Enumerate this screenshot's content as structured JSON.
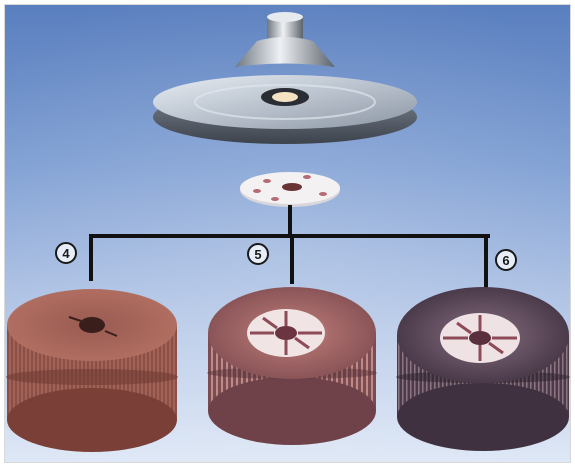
{
  "diagram": {
    "callouts": [
      {
        "id": "4",
        "label": "4"
      },
      {
        "id": "5",
        "label": "5"
      },
      {
        "id": "6",
        "label": "6"
      }
    ],
    "components": [
      {
        "name": "backing-plate",
        "kind": "metal support disc with central spindle"
      },
      {
        "name": "adapter-flange",
        "kind": "small white flange with holes"
      },
      {
        "name": "flap-wheel-4",
        "kind": "red-brown flap wheel"
      },
      {
        "name": "flap-wheel-5",
        "kind": "flap wheel with white hub"
      },
      {
        "name": "flap-wheel-6",
        "kind": "dark flap wheel with white hub"
      }
    ],
    "colors": {
      "background_top": "#5f84c2",
      "background_bottom": "#d9e4f5",
      "connector": "#111111",
      "callout_ring": "#1a1a1a"
    }
  }
}
